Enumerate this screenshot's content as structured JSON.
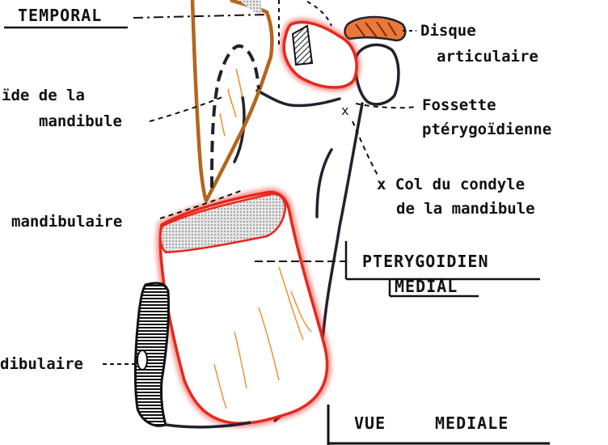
{
  "labels": {
    "temporal": "TEMPORAL",
    "disque_line1": "Disque",
    "disque_line2": "articulaire",
    "fossette_line1": "Fossette",
    "fossette_line2": "ptérygoïdienne",
    "col_line1": "x Col du condyle",
    "col_line2": "de la mandibule",
    "coronoide_line1": "ïde de la",
    "coronoide_line2": "mandibule",
    "mandibulaire": "mandibulaire",
    "pterygoidien_line1": "PTERYGOIDIEN",
    "pterygoidien_line2": "MEDIAL",
    "dibulaire": "dibulaire",
    "vue": "VUE",
    "mediale": "MEDIALE"
  },
  "colors": {
    "muscle_outline": "#e8271c",
    "temporal_muscle": "#b5651d",
    "bone_outline": "#22222e",
    "fiber": "#f08a2a",
    "disc_fill": "#e8793a"
  }
}
